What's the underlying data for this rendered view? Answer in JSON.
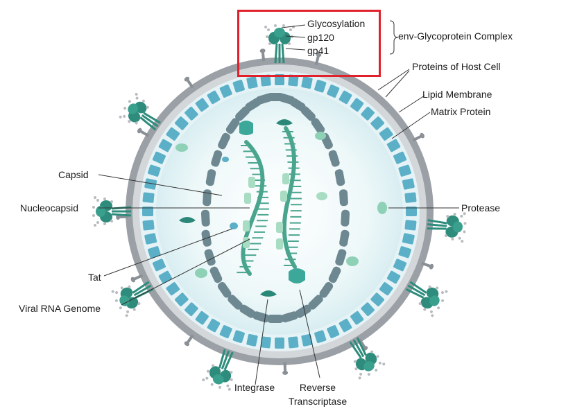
{
  "labels": {
    "glycosylation": "Glycosylation",
    "gp120": "gp120",
    "gp41": "gp41",
    "env_complex": "env-Glycoprotein Complex",
    "host_proteins": "Proteins of Host Cell",
    "lipid_membrane": "Lipid Membrane",
    "matrix_protein": "Matrix Protein",
    "capsid": "Capsid",
    "nucleocapsid": "Nucleocapsid",
    "protease": "Protease",
    "tat": "Tat",
    "viral_rna": "Viral RNA Genome",
    "integrase": "Integrase",
    "reverse": "Reverse",
    "transcriptase": "Transcriptase"
  },
  "colors": {
    "membrane_outer": "#8f959a",
    "membrane_inner": "#cfd3d6",
    "matrix_block": "#5bb0c8",
    "capsid_block": "#6e8892",
    "teal_dark": "#2e8c7c",
    "teal_light": "#8fd1b6",
    "rna": "#4aa58f",
    "interior": "#eaf6f7",
    "highlight": "#e0202a"
  },
  "icons": {
    "glycoprotein": "env-glycoprotein-icon",
    "host_protein": "host-protein-icon"
  }
}
